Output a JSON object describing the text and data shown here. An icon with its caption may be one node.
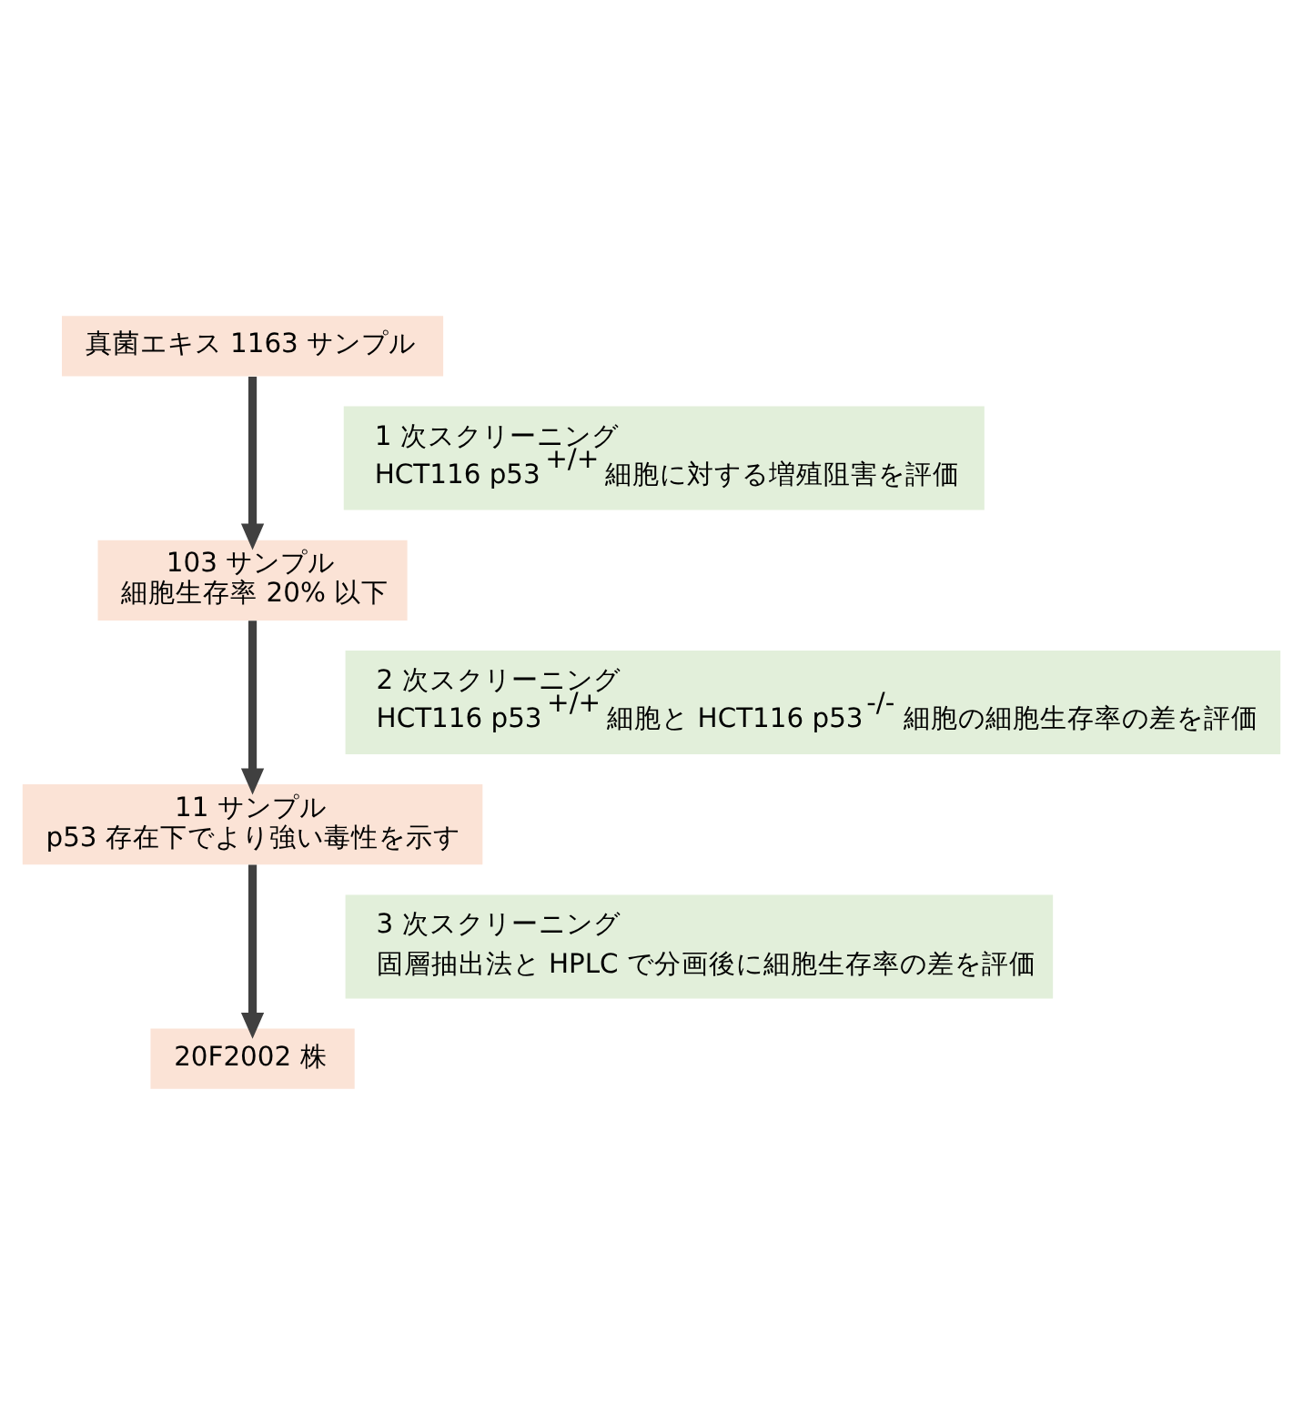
{
  "diagram": {
    "nodes": [
      {
        "text": [
          "真菌エキス 1163 サンプル"
        ]
      },
      {
        "text": [
          "103 サンプル",
          "細胞生存率 20% 以下"
        ]
      },
      {
        "text": [
          "11 サンプル",
          "p53 存在下でより強い毒性を示す"
        ]
      },
      {
        "text": [
          "20F2002 株"
        ]
      },
      {
        "text": [
          "1 次スクリーニング",
          "HCT116 p53$^{+/+}$ 細胞に対する増殖阻害を評価"
        ]
      },
      {
        "text": [
          "2 次スクリーニング",
          "HCT116 p53$^{+/+}$ 細胞と HCT116 p53$^{-/-}$ 細胞の細胞生存率の差を評価"
        ]
      },
      {
        "text": [
          "3 次スクリーニング",
          "固層抽出法と HPLC で分画後に細胞生存率の差を評価"
        ]
      }
    ],
    "edges": [
      {
        "from": 0,
        "to": 1,
        "arrow": "to"
      },
      {
        "from": 1,
        "to": 2,
        "arrow": "to"
      },
      {
        "from": 2,
        "to": 3,
        "arrow": "to"
      }
    ]
  }
}
